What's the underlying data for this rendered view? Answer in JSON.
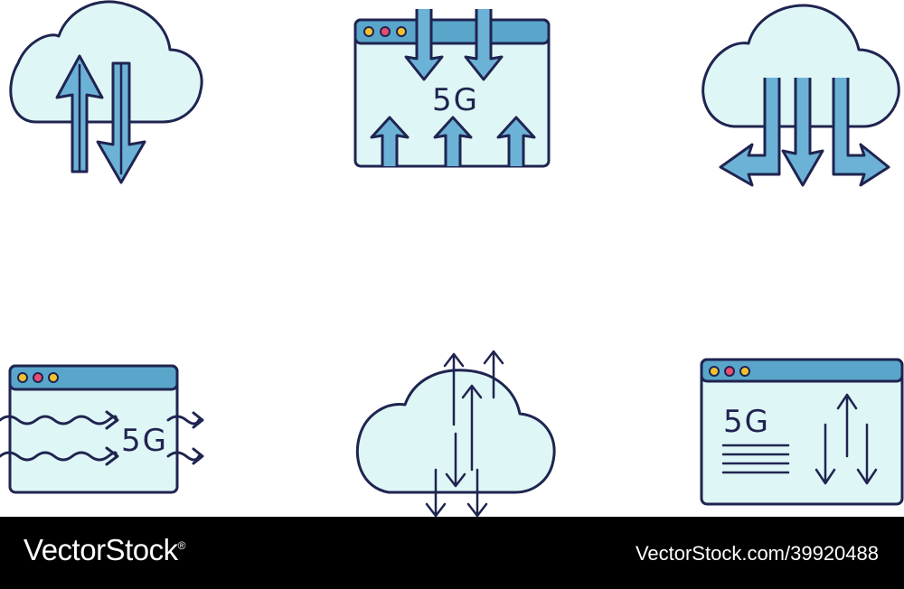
{
  "icons": [
    {
      "name": "cloud-upload-download-icon"
    },
    {
      "name": "5g-browser-traffic-icon",
      "label": "5G"
    },
    {
      "name": "cloud-distribution-icon"
    },
    {
      "name": "5g-browser-waves-icon",
      "label": "5G"
    },
    {
      "name": "cloud-data-exchange-icon"
    },
    {
      "name": "5g-browser-document-icon",
      "label": "5G"
    }
  ],
  "footer": {
    "brand": "VectorStock",
    "registered_mark": "®",
    "stock_id": "VectorStock.com/39920488"
  },
  "colors": {
    "outline": "#1f2450",
    "fill_light": "#dff6f6",
    "bar_blue": "#5aa6cb",
    "arrow_blue": "#6cb2d6",
    "dot_yellow": "#f2c12e",
    "dot_red": "#e94c6f",
    "footer_bg": "#000000"
  }
}
